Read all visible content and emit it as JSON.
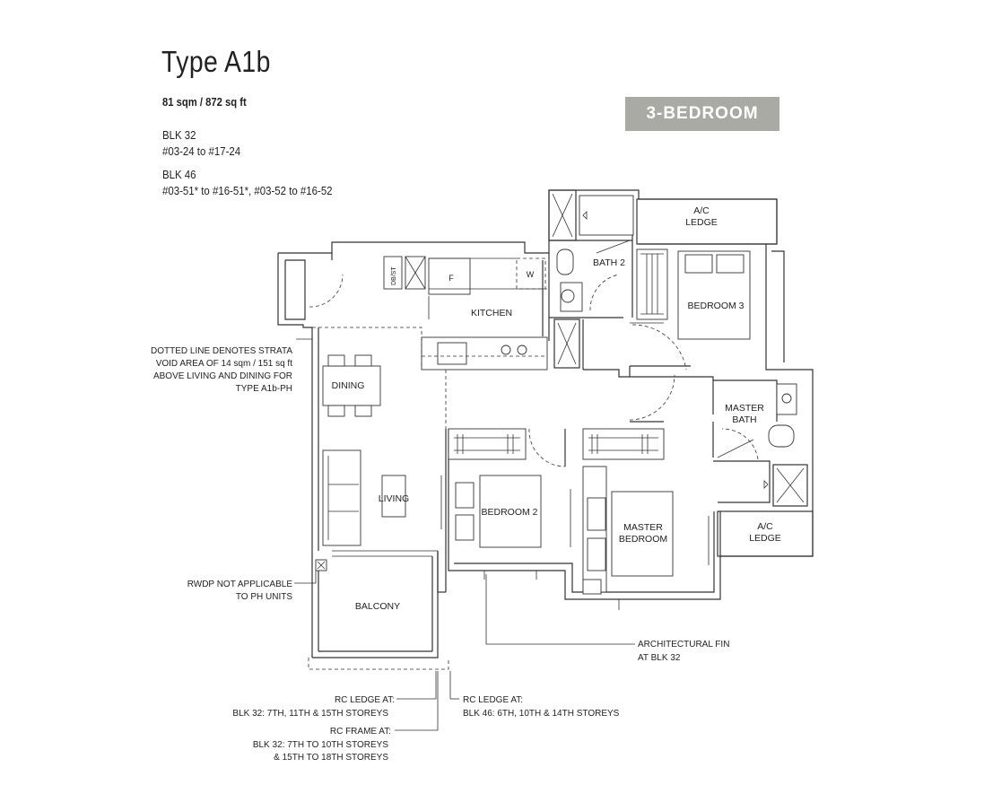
{
  "header": {
    "title": "Type A1b",
    "area": "81 sqm / 872 sq ft",
    "blk1_name": "BLK 32",
    "blk1_units": "#03-24 to #17-24",
    "blk2_name": "BLK 46",
    "blk2_units": "#03-51* to #16-51*, #03-52 to #16-52",
    "badge": "3-BEDROOM"
  },
  "rooms": {
    "ac_ledge_top_1": "A/C",
    "ac_ledge_top_2": "LEDGE",
    "bath2": "BATH 2",
    "bedroom3": "BEDROOM 3",
    "kitchen": "KITCHEN",
    "dining": "DINING",
    "living": "LIVING",
    "bedroom2": "BEDROOM 2",
    "master_bath_1": "MASTER",
    "master_bath_2": "BATH",
    "master_bedroom_1": "MASTER",
    "master_bedroom_2": "BEDROOM",
    "ac_ledge_right_1": "A/C",
    "ac_ledge_right_2": "LEDGE",
    "balcony": "BALCONY",
    "fridge": "F",
    "washer": "W",
    "dbjst": "DB/ST"
  },
  "notes": {
    "strata_1": "DOTTED LINE DENOTES STRATA",
    "strata_2": "VOID AREA OF 14 sqm / 151 sq ft",
    "strata_3": "ABOVE LIVING AND DINING FOR",
    "strata_4": "TYPE A1b-PH",
    "rwdp_1": "RWDP NOT APPLICABLE",
    "rwdp_2": "TO PH UNITS",
    "fin_1": "ARCHITECTURAL FIN",
    "fin_2": "AT BLK 32",
    "rcledge1_1": "RC LEDGE AT:",
    "rcledge1_2": "BLK 32: 7TH, 11TH & 15TH STOREYS",
    "rcledge2_1": "RC LEDGE AT:",
    "rcledge2_2": "BLK 46: 6TH, 10TH & 14TH STOREYS",
    "rcframe_1": "RC FRAME AT:",
    "rcframe_2": "BLK 32: 7TH TO 10TH STOREYS",
    "rcframe_3": "& 15TH TO 18TH STOREYS"
  }
}
